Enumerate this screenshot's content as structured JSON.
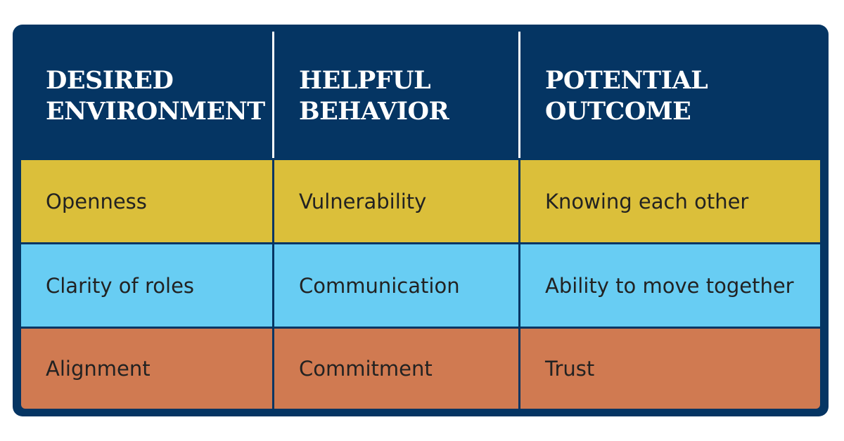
{
  "table": {
    "headers": [
      "DESIRED\nENVIRONMENT",
      "HELPFUL\nBEHAVIOR",
      "POTENTIAL\nOUTCOME"
    ],
    "rows": [
      [
        "Openness",
        "Vulnerability",
        "Knowing each other"
      ],
      [
        "Clarity of roles",
        "Communication",
        "Ability to move together"
      ],
      [
        "Alignment",
        "Commitment",
        "Trust"
      ]
    ]
  },
  "colors": {
    "frame": "#053563",
    "row_1": "#dbbf3a",
    "row_2": "#68cdf3",
    "row_3": "#d07a51",
    "header_text": "#ffffff",
    "body_text": "#222222"
  }
}
